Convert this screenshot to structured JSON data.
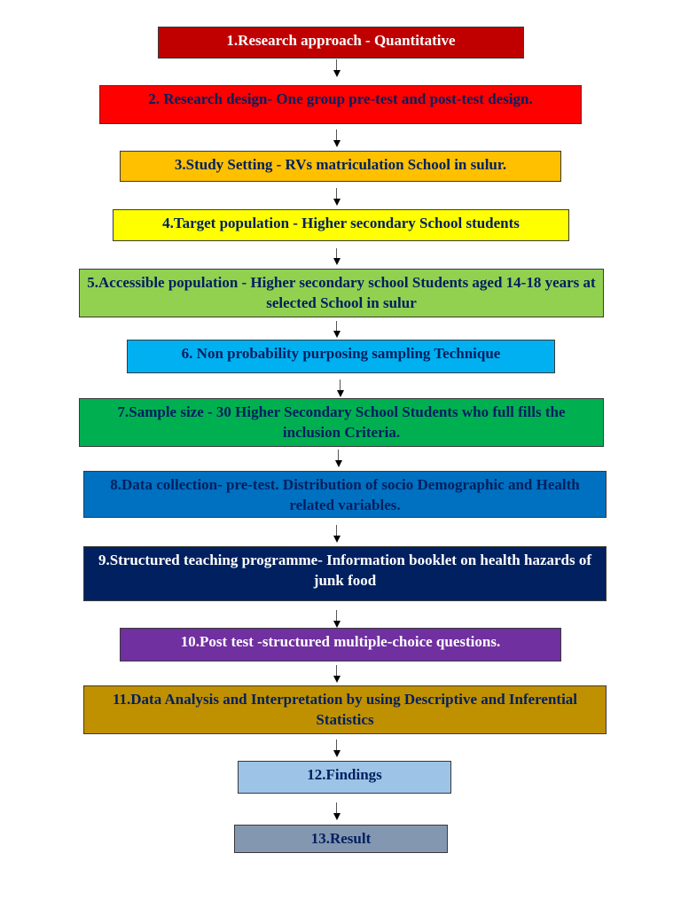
{
  "steps": [
    {
      "text": "1.Research approach - Quantitative",
      "bg": "#c00000",
      "fg": "#ffffff"
    },
    {
      "text": "2. Research design- One group pre-test and post-test design.",
      "bg": "#ff0000",
      "fg": "#002060"
    },
    {
      "text": "3.Study Setting - RVs matriculation School in sulur.",
      "bg": "#ffc000",
      "fg": "#002060"
    },
    {
      "text": "4.Target population - Higher secondary School students",
      "bg": "#ffff00",
      "fg": "#002060"
    },
    {
      "text": "5.Accessible population - Higher secondary school Students aged 14-18 years at selected School in sulur",
      "bg": "#92d050",
      "fg": "#002060"
    },
    {
      "text": "6. Non probability purposing sampling Technique",
      "bg": "#00b0f0",
      "fg": "#002060"
    },
    {
      "text": "7.Sample size - 30 Higher Secondary School Students who full fills the inclusion Criteria.",
      "bg": "#00b050",
      "fg": "#002060"
    },
    {
      "text": "8.Data collection- pre-test. Distribution of socio Demographic and Health related variables.",
      "bg": "#0070c0",
      "fg": "#002060"
    },
    {
      "text": "9.Structured teaching programme- Information booklet on health hazards of junk food",
      "bg": "#002060",
      "fg": "#ffffff"
    },
    {
      "text": "10.Post test -structured multiple-choice questions.",
      "bg": "#7030a0",
      "fg": "#ffffff"
    },
    {
      "text": "11.Data Analysis and Interpretation by using Descriptive and Inferential Statistics",
      "bg": "#bf9000",
      "fg": "#002060"
    },
    {
      "text": "12.Findings",
      "bg": "#9dc3e6",
      "fg": "#002060"
    },
    {
      "text": "13.Result",
      "bg": "#8497b0",
      "fg": "#002060"
    }
  ]
}
